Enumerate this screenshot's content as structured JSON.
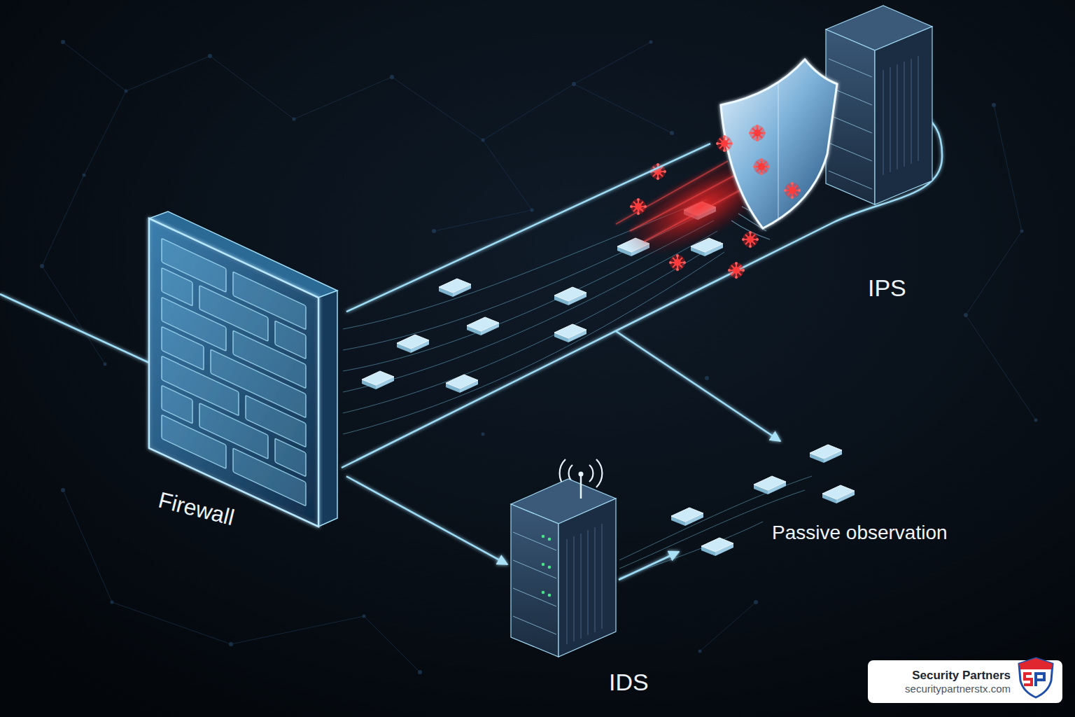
{
  "diagram": {
    "nodes": [
      {
        "text": [
          "Firewall"
        ]
      },
      {
        "text": [
          "IPS"
        ]
      },
      {
        "text": [
          "IDS"
        ]
      },
      {
        "text": [
          "Security Partners",
          "securitypartnerstx.com"
        ]
      }
    ],
    "edges": [
      {
        "from": 0,
        "to": 1,
        "arrow": "none"
      },
      {
        "from": 0,
        "to": 2,
        "arrow": "to"
      }
    ],
    "labels": [
      "Passive observation"
    ]
  }
}
